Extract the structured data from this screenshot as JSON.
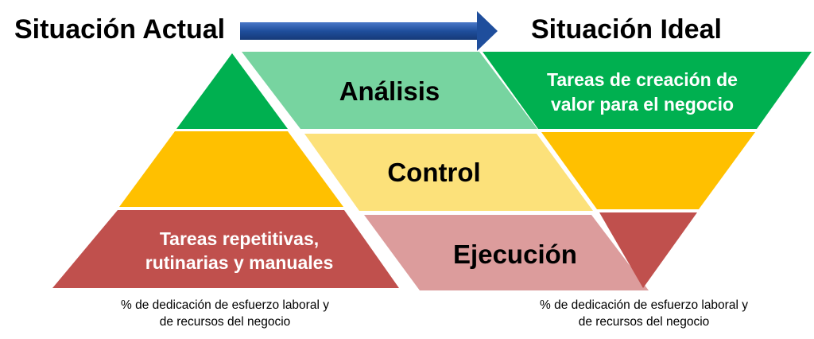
{
  "header": {
    "left_title": "Situación Actual",
    "right_title": "Situación Ideal"
  },
  "left_pyramid": {
    "bottom_label_line1": "Tareas repetitivas,",
    "bottom_label_line2": "rutinarias y manuales",
    "caption_line1": "% de dedicación de esfuerzo laboral y",
    "caption_line2": "de recursos del negocio"
  },
  "center": {
    "top_label": "Análisis",
    "middle_label": "Control",
    "bottom_label": "Ejecución"
  },
  "right_pyramid": {
    "top_label_line1": "Tareas de creación de",
    "top_label_line2": "valor para el negocio",
    "caption_line1": "% de dedicación de esfuerzo laboral y",
    "caption_line2": "de recursos del negocio"
  },
  "colors": {
    "green": "#00b050",
    "light_green": "#77d4a0",
    "orange": "#ffc000",
    "yellow": "#fce17a",
    "red": "#c0504d",
    "pink": "#dc9c9c",
    "arrow_blue": "#1f4e9c"
  }
}
